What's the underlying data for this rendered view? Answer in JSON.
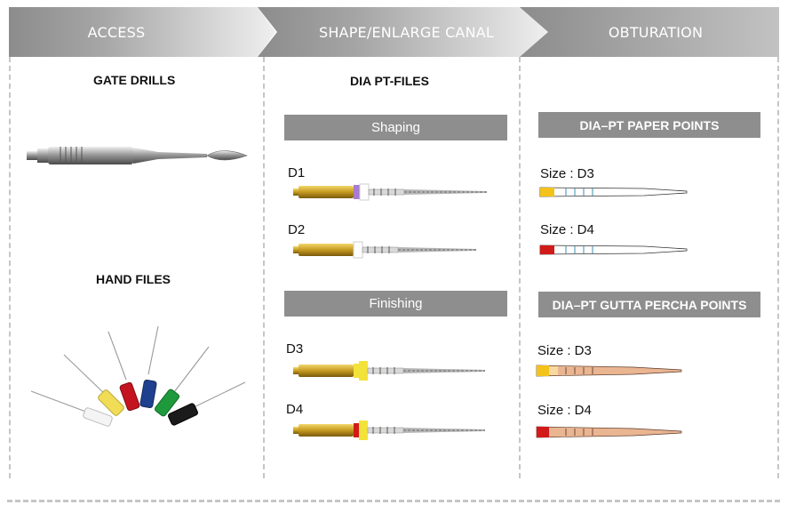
{
  "header": {
    "access": "ACCESS",
    "shape": "SHAPE/ENLARGE CANAL",
    "obturation": "OBTURATION"
  },
  "access": {
    "gate_drills": "GATE DRILLS",
    "hand_files": "HAND FILES"
  },
  "shape": {
    "title": "DIA PT-FILES",
    "shaping": "Shaping",
    "finishing": "Finishing",
    "files": [
      "D1",
      "D2",
      "D3",
      "D4"
    ]
  },
  "obturation": {
    "paper_points": "DIA–PT PAPER POINTS",
    "gutta_percha": "DIA–PT GUTTA PERCHA POINTS",
    "paper_sizes": [
      "Size : D3",
      "Size : D4"
    ],
    "gutta_sizes": [
      "Size : D3",
      "Size : D4"
    ]
  },
  "colors": {
    "header_gray": "#8c8c8c",
    "bar_gray": "#8e8e8e",
    "gold": "#c9a227",
    "yellow": "#f2e030",
    "red": "#d11a1a",
    "purple": "#9a6fc0",
    "gutta": "#e9b58f"
  }
}
